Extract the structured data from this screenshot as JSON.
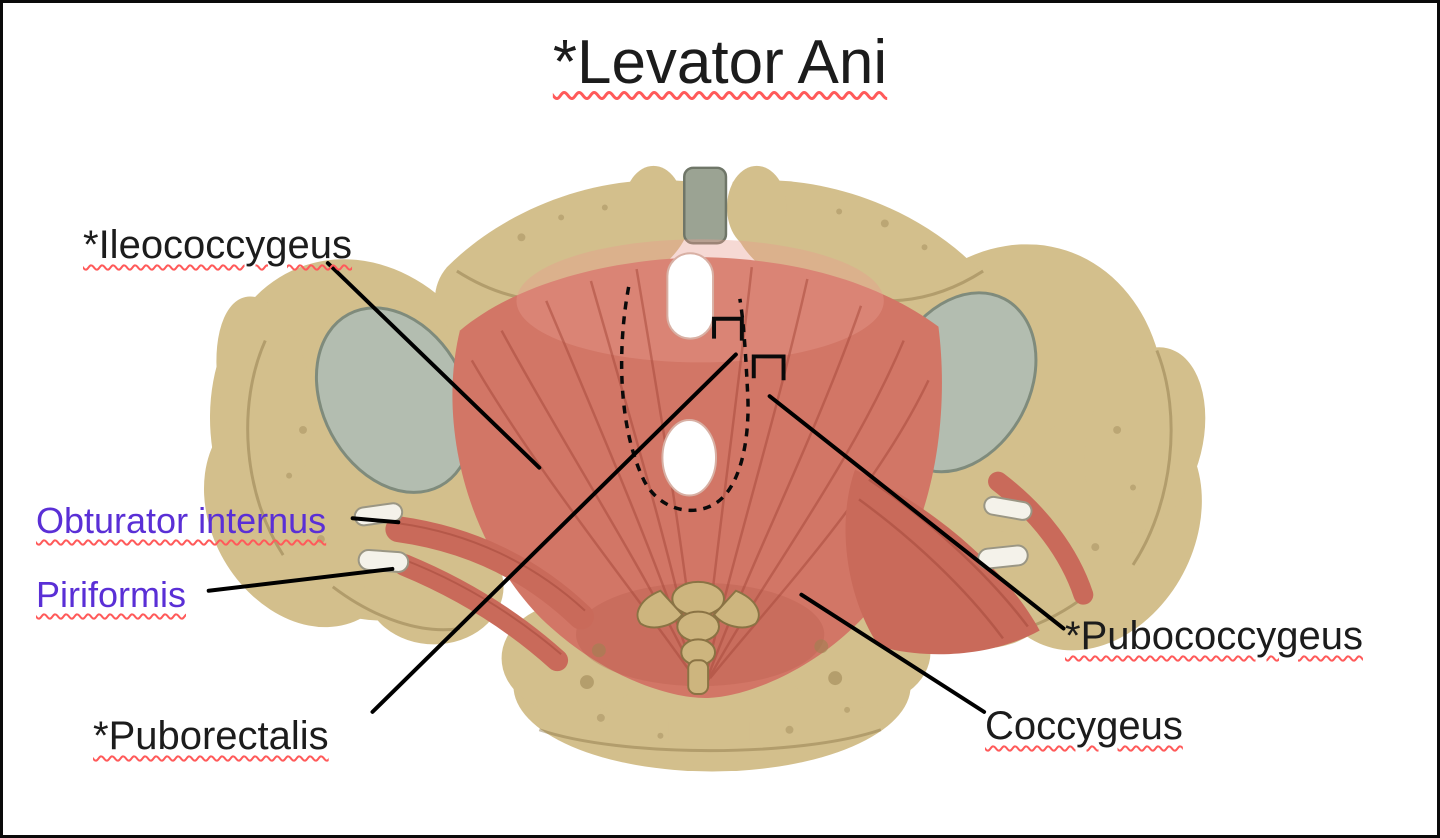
{
  "title": {
    "text": "*Levator Ani"
  },
  "labels": {
    "ileococcygeus": {
      "text": "*Ileococcygeus"
    },
    "obturator_internus": {
      "text": "Obturator internus"
    },
    "piriformis": {
      "text": "Piriformis"
    },
    "puborectalis": {
      "text": "*Puborectalis"
    },
    "pubococcygeus": {
      "text": "*Pubococcygeus"
    },
    "coccygeus": {
      "text": "Coccygeus"
    }
  },
  "colors": {
    "label-default": "#1c1c1c",
    "label-accent": "#5a2fd6",
    "underline": "#ff5a5a",
    "bone": "#d3bf8c",
    "bone-dark": "#8a7344",
    "bone-light": "#e9dcb4",
    "muscle": "#d27666",
    "muscle-dark": "#a94c3e",
    "fossa": "#b3bdb0",
    "symphysis": "#9ba393",
    "leader-line": "#000000"
  }
}
